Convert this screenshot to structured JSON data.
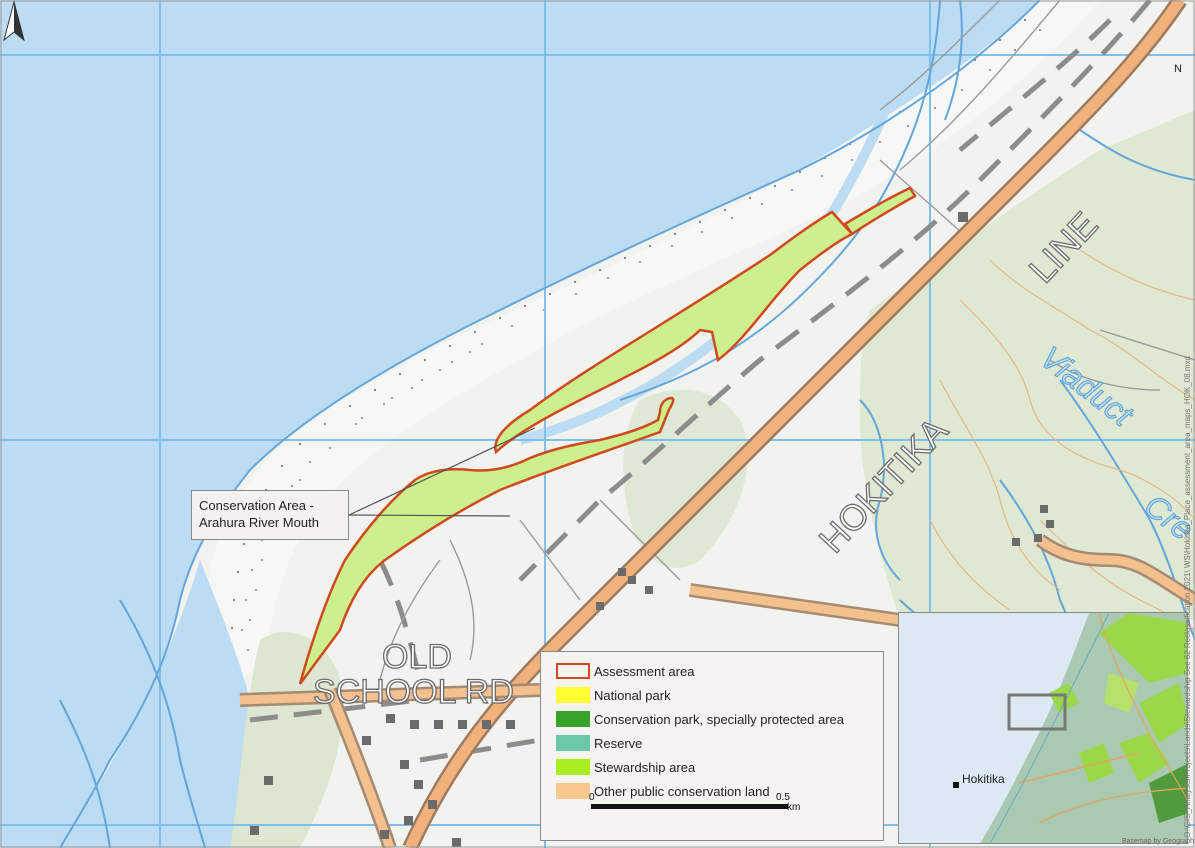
{
  "map": {
    "north_label": "N",
    "sea_color": "#bcdcf3",
    "land_color": "#f2f3ee",
    "grid_color": "#7fc0ea",
    "road_color": "#f0b27a",
    "assessment_outline_color": "#d0491e",
    "stewardship_fill": "#cdf08c",
    "place_labels": {
      "hokitika": "HOKITIKA",
      "line": "LINE",
      "old": "OLD",
      "school_rd": "SCHOOL RD",
      "viaduct": "Viaduct",
      "cre": "Cre"
    }
  },
  "callout": {
    "line1": "Conservation Area -",
    "line2": "Arahura River Mouth"
  },
  "legend": {
    "items": [
      {
        "label": "Assessment area",
        "fill": "none",
        "stroke": "#d0491e"
      },
      {
        "label": "National park",
        "fill": "#ffff33",
        "stroke": "none"
      },
      {
        "label": "Conservation park, specially protected area",
        "fill": "#38a32b",
        "stroke": "none"
      },
      {
        "label": "Reserve",
        "fill": "#69c8a8",
        "stroke": "none"
      },
      {
        "label": "Stewardship area",
        "fill": "#aaee22",
        "stroke": "none"
      },
      {
        "label": "Other public conservation land",
        "fill": "#f8c88c",
        "stroke": "none"
      }
    ],
    "scale": {
      "start": "0",
      "mid": "0.5",
      "unit": "km"
    }
  },
  "inset": {
    "town": "Hokitika"
  },
  "credit": "Basemap by Geograph",
  "file_path": "O:\\GIS_Analysts\\Projects\\Lands\\Stewardship Sec 62 Reclassification 2021\\ WS\\Hokitika_Place_assessment_area_maps_HOK_08.mxd"
}
